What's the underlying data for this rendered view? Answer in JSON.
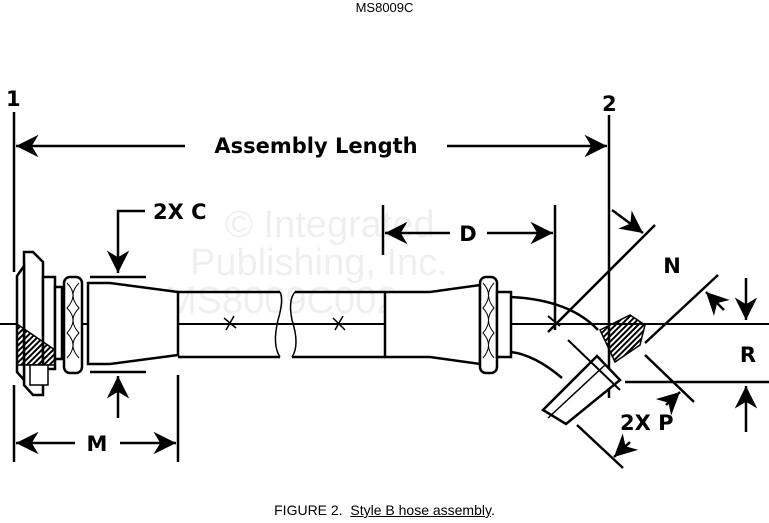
{
  "header": {
    "doc_id": "MS8009C"
  },
  "watermark": {
    "lines": [
      "© Integrated",
      "Publishing, Inc.",
      "MS8009C002.png"
    ]
  },
  "labels": {
    "end_1": "1",
    "end_2": "2",
    "assembly_length": "Assembly Length",
    "c": "2X C",
    "d": "D",
    "m": "M",
    "n": "N",
    "r": "R",
    "p": "2X P"
  },
  "caption": {
    "prefix": "FIGURE 2.",
    "title": "Style B hose assembly",
    "suffix": "."
  }
}
